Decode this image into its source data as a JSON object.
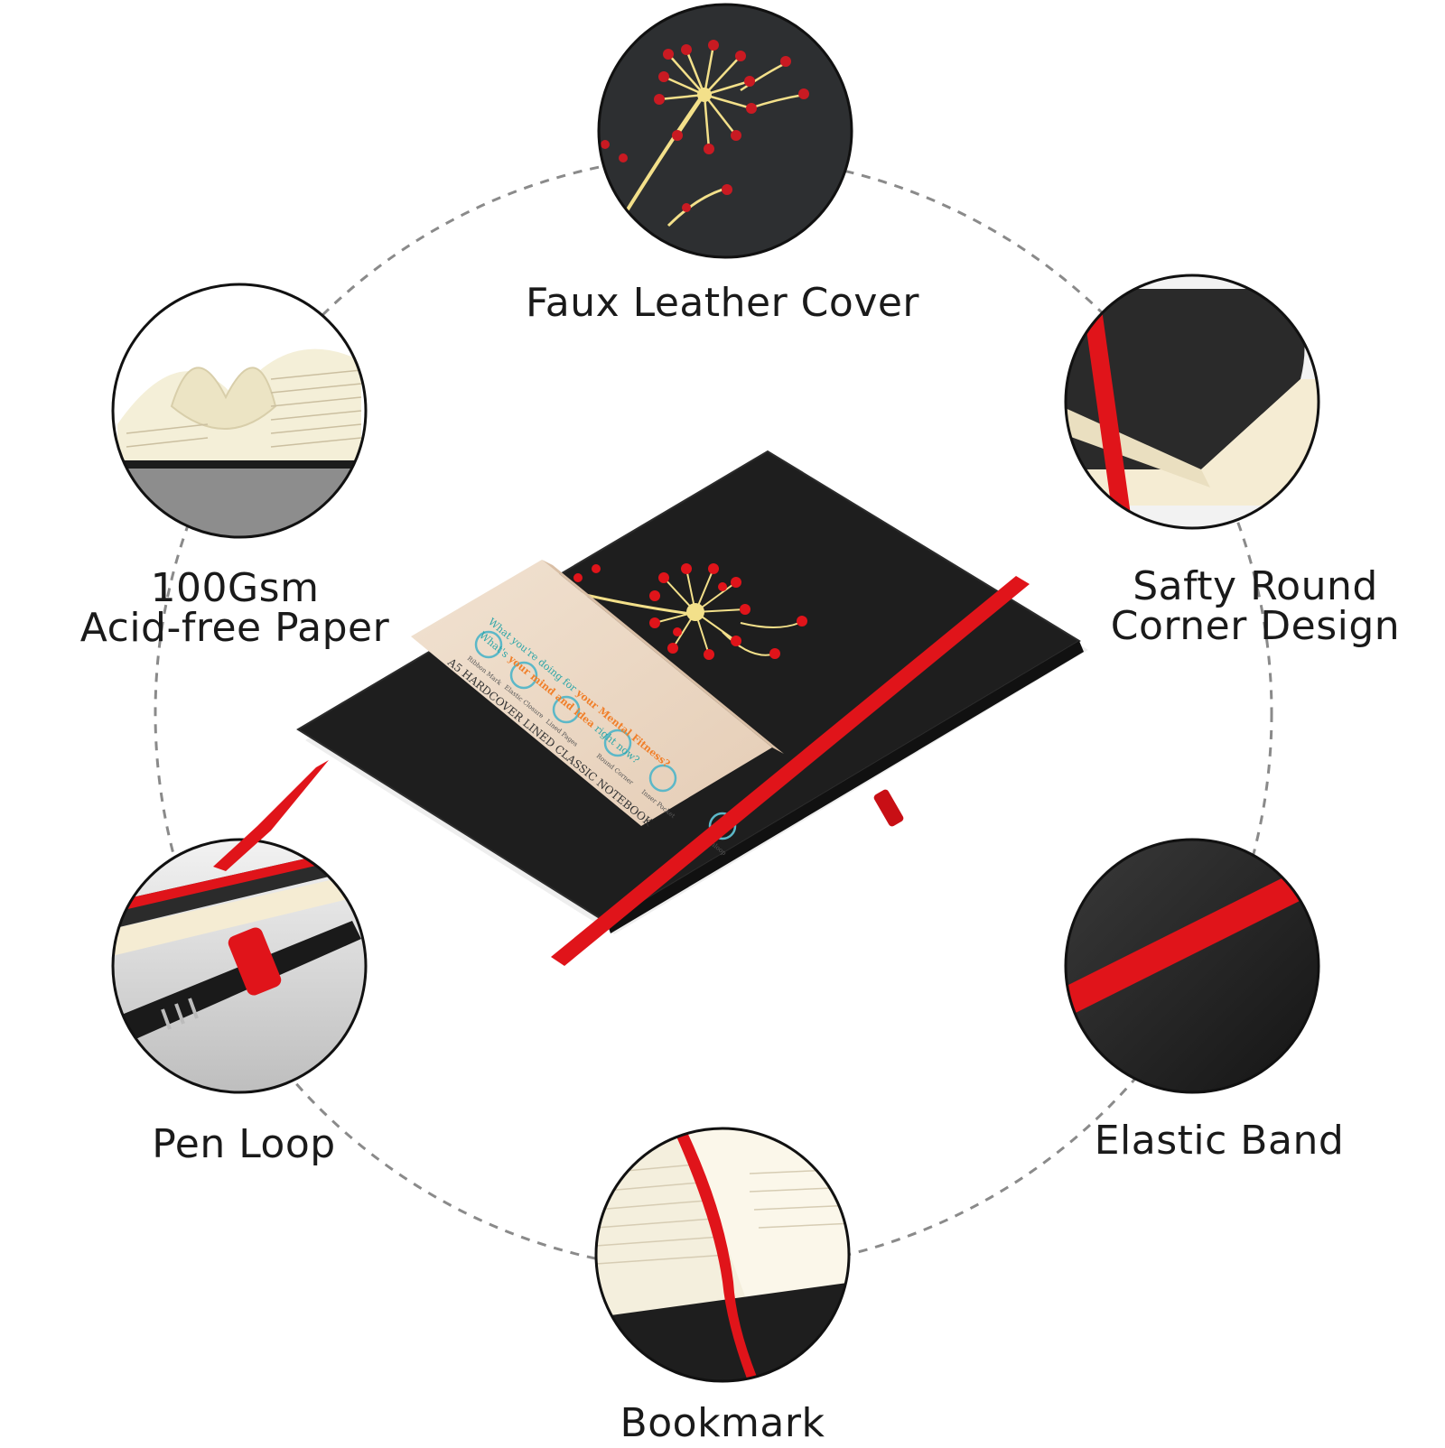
{
  "features": {
    "faux_leather": "Faux Leather Cover",
    "paper_line1": "100Gsm",
    "paper_line2": "Acid-free Paper",
    "corner_line1": "Safty Round",
    "corner_line2": "Corner Design",
    "pen_loop": "Pen Loop",
    "elastic_band": "Elastic Band",
    "bookmark": "Bookmark"
  },
  "sleeve": {
    "question_line1_a": "What you're doing for ",
    "question_line1_b": "your Mental Fitness?",
    "question_line2_a": "What's ",
    "question_line2_b": "your mind and idea",
    "question_line2_c": " right now?",
    "product_title": "A5 HARDCOVER LINED CLASSIC NOTEBOOK",
    "icons": [
      "Ribbon Mark",
      "Elastic Closure",
      "Lined Pages",
      "Round Corner",
      "Inner Pocket",
      "Penloop"
    ]
  },
  "colors": {
    "cover": "#1e1e1e",
    "elastic": "#e0141a",
    "sleeve": "#ecd6c0",
    "gold": "#f3e08a",
    "teal": "#2fa6a8",
    "orange": "#f07f2a",
    "dashed_circle": "#8a8a8a"
  }
}
